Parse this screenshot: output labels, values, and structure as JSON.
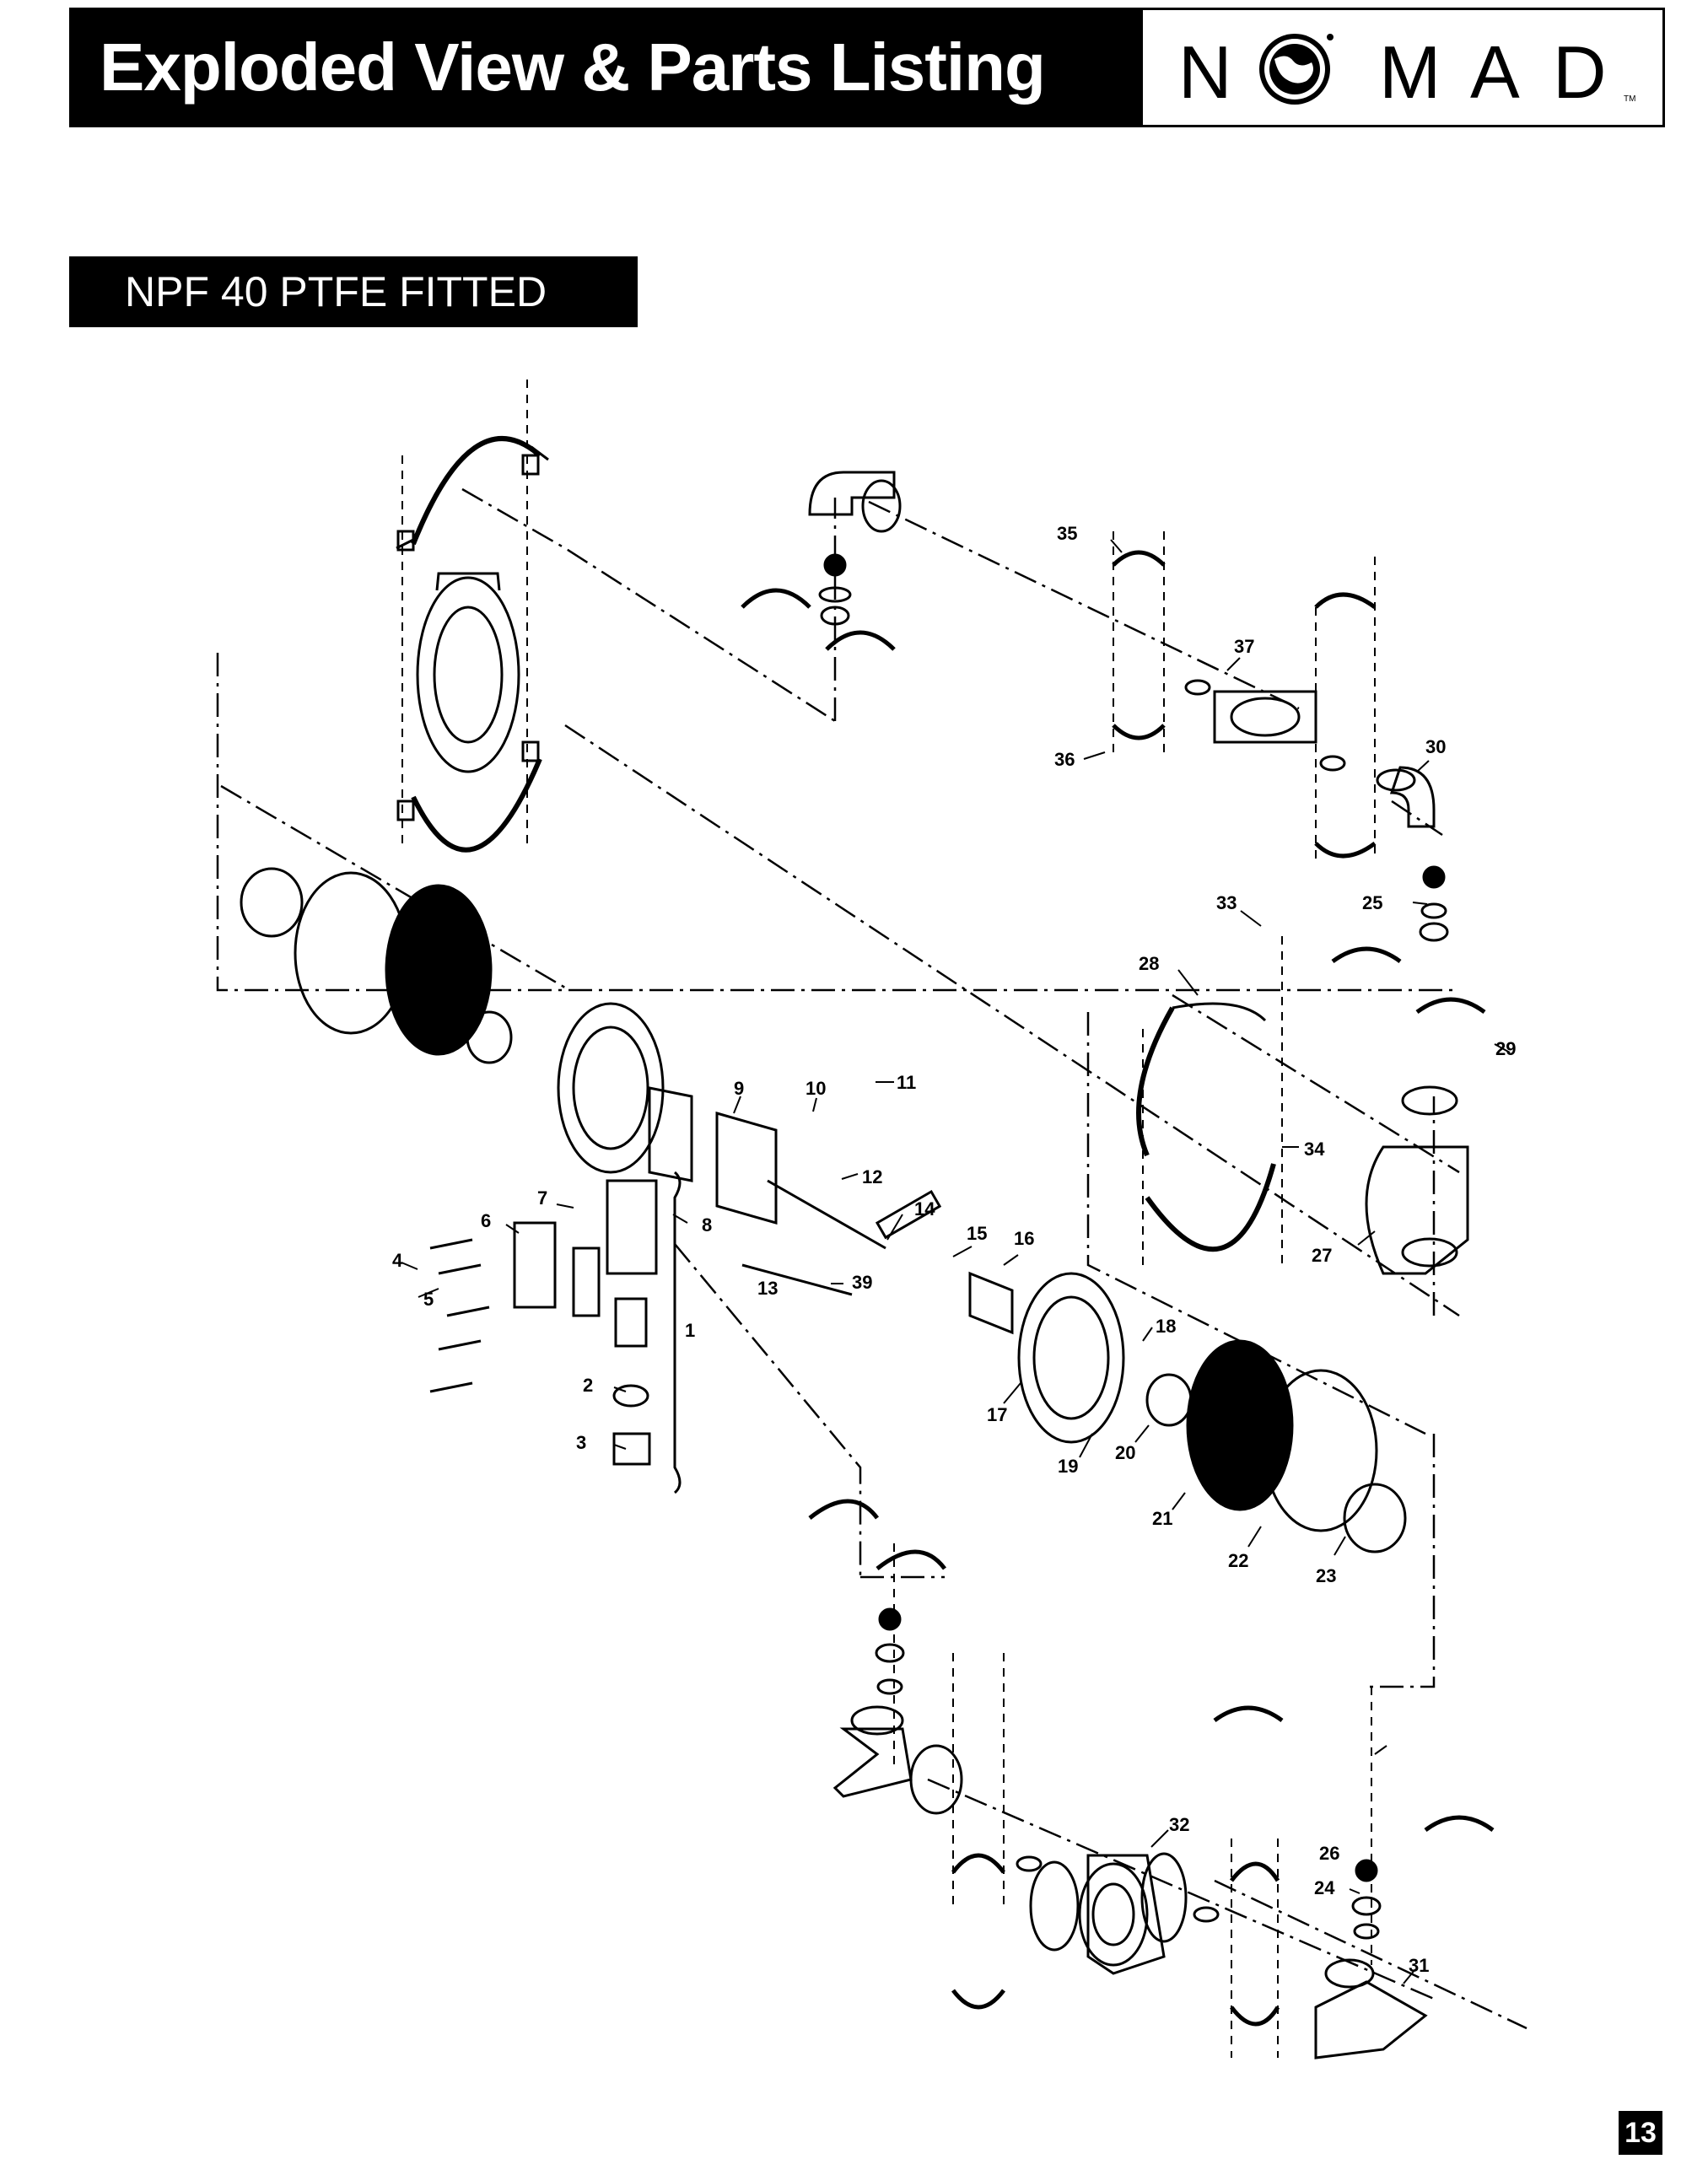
{
  "header": {
    "title": "Exploded View & Parts Listing"
  },
  "logo": {
    "text": "NOMAD",
    "trademark": "TM"
  },
  "section": {
    "label": "NPF 40 PTFE FITTED"
  },
  "callouts": {
    "c1": "1",
    "c2": "2",
    "c3": "3",
    "c4": "4",
    "c5": "5",
    "c6": "6",
    "c7": "7",
    "c8": "8",
    "c9": "9",
    "c10": "10",
    "c11": "11",
    "c12": "12",
    "c13": "13",
    "c14": "14",
    "c15": "15",
    "c16": "16",
    "c17": "17",
    "c18": "18",
    "c19": "19",
    "c20": "20",
    "c21": "21",
    "c22": "22",
    "c23": "23",
    "c24": "24",
    "c25": "25",
    "c26": "26",
    "c27": "27",
    "c28": "28",
    "c29": "29",
    "c30": "30",
    "c31": "31",
    "c32": "32",
    "c33": "33",
    "c34": "34",
    "c35": "35",
    "c36": "36",
    "c37": "37",
    "c39": "39"
  },
  "page": {
    "number": "13"
  }
}
